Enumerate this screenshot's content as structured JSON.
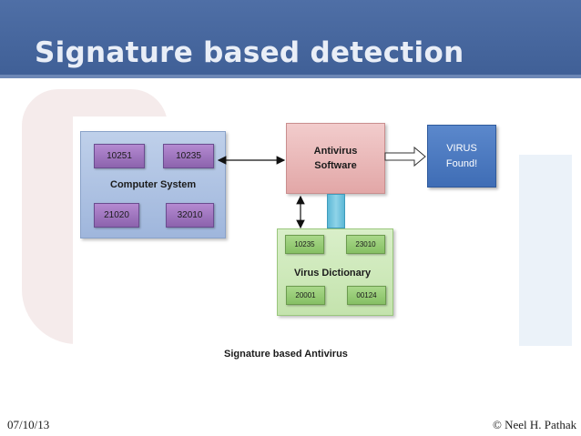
{
  "slide": {
    "title": "Signature based detection",
    "date": "07/10/13",
    "author": "© Neel H. Pathak"
  },
  "diagram": {
    "computer_system": {
      "label": "Computer System",
      "codes": [
        "10251",
        "10235",
        "21020",
        "32010"
      ]
    },
    "antivirus": {
      "line1": "Antivirus",
      "line2": "Software"
    },
    "virus_found": {
      "line1": "VIRUS",
      "line2": "Found!"
    },
    "dictionary": {
      "label": "Virus Dictionary",
      "codes": [
        "10235",
        "23010",
        "20001",
        "00124"
      ]
    },
    "caption": "Signature based Antivirus"
  }
}
